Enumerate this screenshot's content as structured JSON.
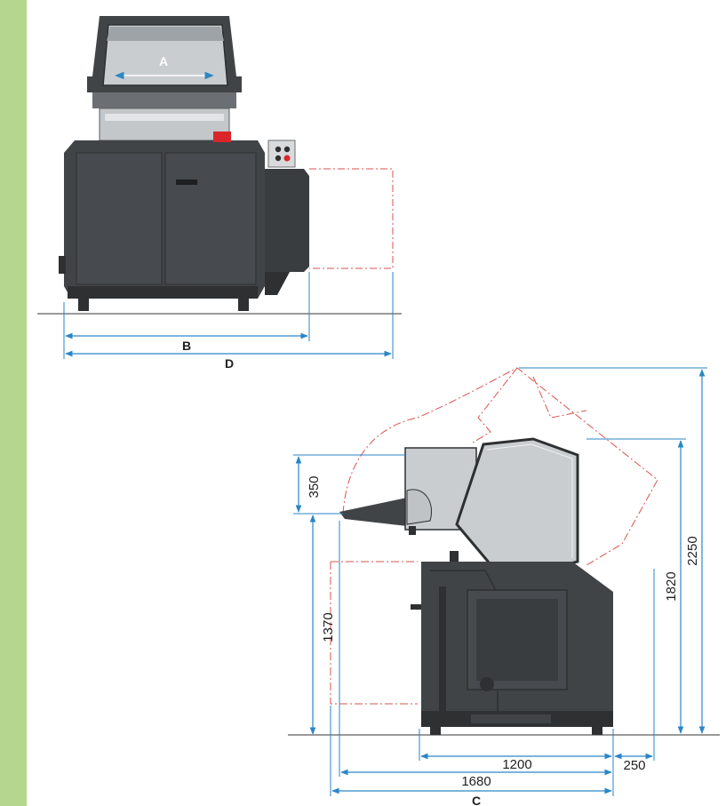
{
  "colors": {
    "sidebar": "#b5d68f",
    "machine_body": "#414447",
    "machine_dark": "#2e3032",
    "hopper_fill": "#c9cdd0",
    "dimension_line": "#2a86c6",
    "phantom_outline": "#d9534f",
    "ground": "#9a9a9a",
    "stop_button": "#d8262b"
  },
  "front_view": {
    "labels": {
      "hopper_width": "A",
      "machine_width": "B",
      "overall_width": "D"
    }
  },
  "side_view": {
    "dimensions": {
      "hopper_opening_height": "350",
      "infeed_height": "1370",
      "body_height": "1820",
      "open_height": "2250",
      "base_length": "1200",
      "rear_clearance": "250",
      "overall_length": "1680"
    },
    "labels": {
      "total_length": "C"
    }
  }
}
